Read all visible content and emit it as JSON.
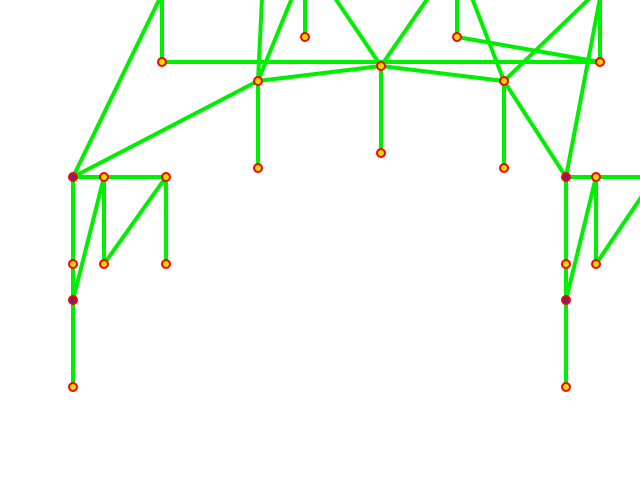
{
  "colors": {
    "background": "#ffffff",
    "edge": "#00ee00",
    "node_stroke": "#ff0000",
    "node_fill_plain": "#dede00",
    "node_fill_joint": "#7a1f7a"
  },
  "nodes": [
    {
      "id": "n1",
      "kind": "plain"
    },
    {
      "id": "n2",
      "kind": "plain"
    },
    {
      "id": "n3",
      "kind": "plain"
    },
    {
      "id": "n4",
      "kind": "plain"
    },
    {
      "id": "n5",
      "kind": "plain"
    },
    {
      "id": "n6",
      "kind": "plain"
    },
    {
      "id": "n7",
      "kind": "plain"
    },
    {
      "id": "n8",
      "kind": "plain"
    },
    {
      "id": "n9",
      "kind": "plain"
    },
    {
      "id": "n10",
      "kind": "plain"
    },
    {
      "id": "n11",
      "kind": "plain"
    },
    {
      "id": "n12",
      "kind": "joint"
    },
    {
      "id": "n13",
      "kind": "plain"
    },
    {
      "id": "n14",
      "kind": "plain"
    },
    {
      "id": "n15",
      "kind": "plain"
    },
    {
      "id": "n16",
      "kind": "plain"
    },
    {
      "id": "n17",
      "kind": "plain"
    },
    {
      "id": "n18",
      "kind": "joint"
    },
    {
      "id": "n19",
      "kind": "plain"
    },
    {
      "id": "n20",
      "kind": "joint"
    },
    {
      "id": "n21",
      "kind": "plain"
    },
    {
      "id": "n22",
      "kind": "plain"
    },
    {
      "id": "n23",
      "kind": "plain"
    },
    {
      "id": "n24",
      "kind": "joint"
    },
    {
      "id": "n25",
      "kind": "plain"
    }
  ],
  "edges": [
    [
      "n4",
      "n5"
    ],
    [
      "n5",
      "n6"
    ],
    [
      "n4",
      "n8"
    ],
    [
      "n5",
      "n9"
    ],
    [
      "n6",
      "n10"
    ],
    [
      "n4",
      "n12"
    ],
    [
      "n6",
      "n18"
    ],
    [
      "n12",
      "n13"
    ],
    [
      "n13",
      "n14"
    ],
    [
      "n12",
      "n15"
    ],
    [
      "n13",
      "n16"
    ],
    [
      "n14",
      "n17"
    ],
    [
      "n12",
      "n20"
    ],
    [
      "n13",
      "n20"
    ],
    [
      "n14",
      "n16"
    ],
    [
      "n20",
      "n21"
    ],
    [
      "n18",
      "n19"
    ],
    [
      "n18",
      "n22"
    ],
    [
      "n19",
      "n23"
    ],
    [
      "n18",
      "n24"
    ],
    [
      "n19",
      "n24"
    ],
    [
      "n24",
      "n25"
    ],
    [
      "n1",
      "n3"
    ],
    [
      "n2",
      "n7"
    ],
    [
      "n11",
      "n3"
    ]
  ],
  "offscreen_edges": [
    {
      "node": "n1",
      "to": "top"
    },
    {
      "node": "n12",
      "to": "top"
    },
    {
      "node": "n4",
      "to": "top"
    },
    {
      "node": "n4",
      "to": "top"
    },
    {
      "node": "n5",
      "to": "top"
    },
    {
      "node": "n5",
      "to": "top"
    },
    {
      "node": "n2",
      "to": "top"
    },
    {
      "node": "n3",
      "to": "top"
    },
    {
      "node": "n6",
      "to": "top"
    },
    {
      "node": "n6",
      "to": "top"
    },
    {
      "node": "n11",
      "to": "top"
    },
    {
      "node": "n18",
      "to": "top"
    },
    {
      "node": "n19",
      "to": "right"
    },
    {
      "node": "n23",
      "to": "right"
    }
  ]
}
